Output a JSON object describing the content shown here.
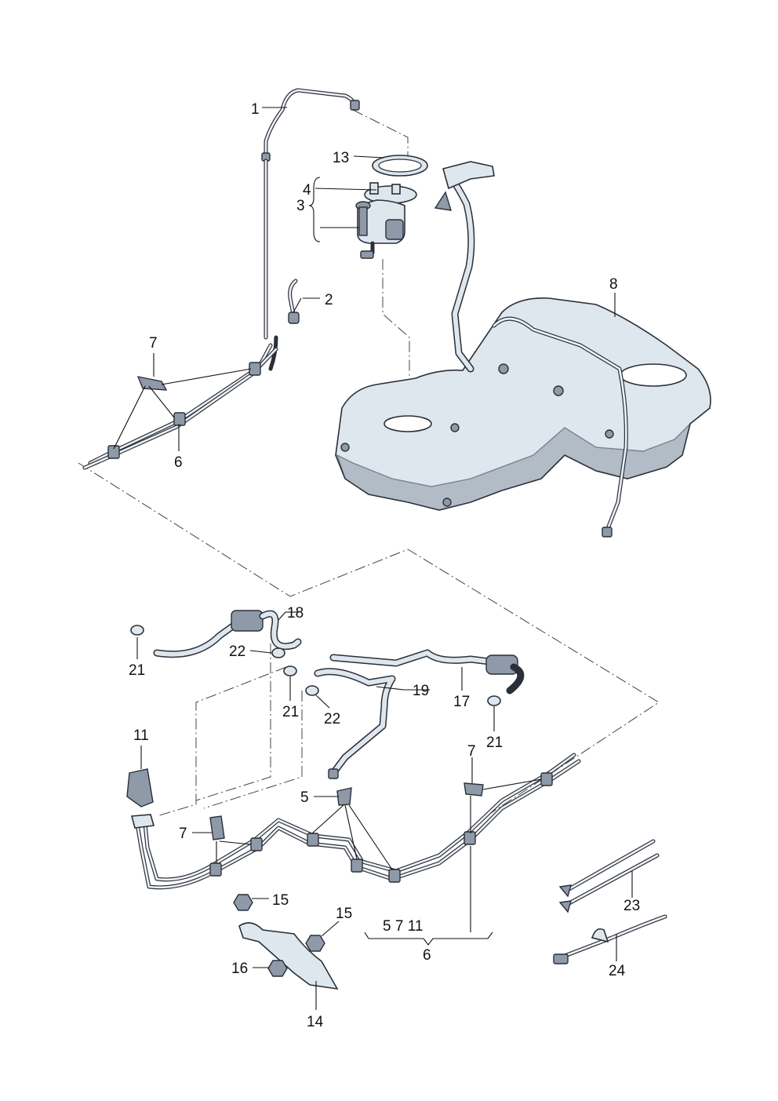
{
  "callouts": {
    "c1": "1",
    "c2": "2",
    "c3": "3",
    "c4": "4",
    "c13": "13",
    "c8": "8",
    "c7a": "7",
    "c6a": "6",
    "c18": "18",
    "c21a": "21",
    "c22a": "22",
    "c21b": "21",
    "c22b": "22",
    "c19": "19",
    "c17": "17",
    "c21c": "21",
    "c11": "11",
    "c7b": "7",
    "c5": "5",
    "c7c": "7",
    "c15a": "15",
    "c15b": "15",
    "c16": "16",
    "c14": "14",
    "c23": "23",
    "c24": "24",
    "c5711": "5 7 11",
    "c6b": "6"
  }
}
